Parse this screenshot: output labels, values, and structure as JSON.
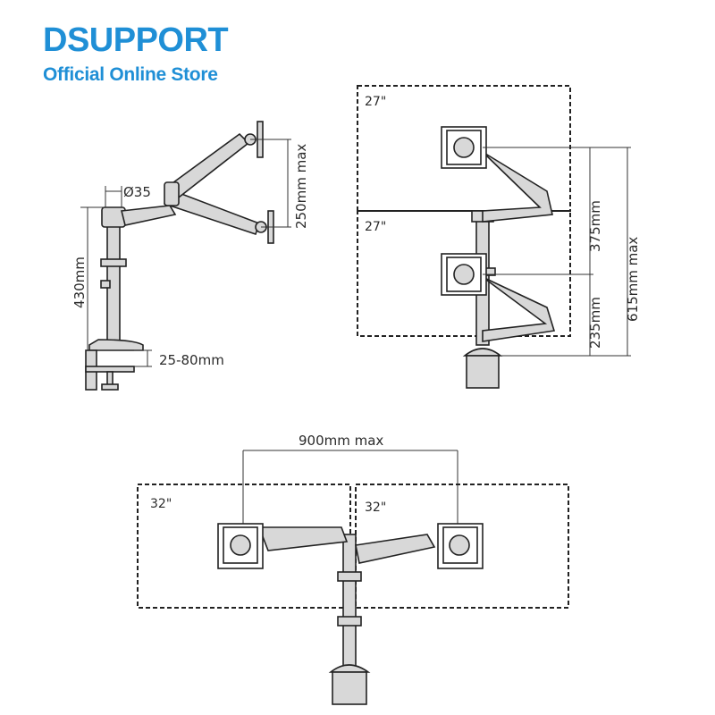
{
  "brand": {
    "name": "DSUPPORT",
    "subtitle": "Official Online Store",
    "color": "#1f8fd6"
  },
  "side_view": {
    "diameter_label": "Ø35",
    "pole_height_label": "430mm",
    "arm_range_label": "250mm max",
    "clamp_label": "25-80mm"
  },
  "front_view": {
    "upper_monitor_label": "27\"",
    "lower_monitor_label": "27\"",
    "upper_spacing_label": "375mm",
    "lower_spacing_label": "235mm",
    "total_height_label": "615mm max"
  },
  "top_view": {
    "span_label": "900mm max",
    "left_monitor_label": "32\"",
    "right_monitor_label": "32\""
  }
}
